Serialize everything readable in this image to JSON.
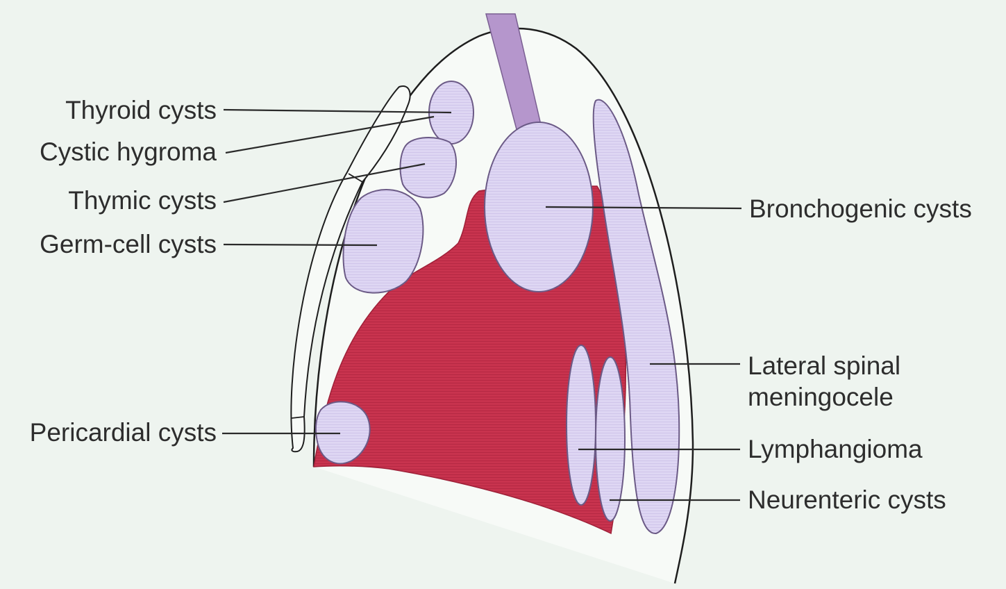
{
  "labels": {
    "thyroid_cysts": "Thyroid cysts",
    "cystic_hygroma": "Cystic hygroma",
    "thymic_cysts": "Thymic cysts",
    "germ_cell_cysts": "Germ-cell cysts",
    "pericardial_cysts": "Pericardial cysts",
    "bronchogenic_cysts": "Bronchogenic cysts",
    "lateral_spinal_meningocele_line1": "Lateral spinal",
    "lateral_spinal_meningocele_line2": "meningocele",
    "lymphangioma": "Lymphangioma",
    "neurenteric_cysts": "Neurenteric cysts"
  },
  "colors": {
    "background": "#eef4ef",
    "heart": "#c8334e",
    "cyst_fill": "#dcd4f2",
    "cyst_stroke": "#6b5a86",
    "trachea": "#b596cc",
    "outline": "#1e1e1e",
    "leader_line": "#2a2a2a"
  }
}
